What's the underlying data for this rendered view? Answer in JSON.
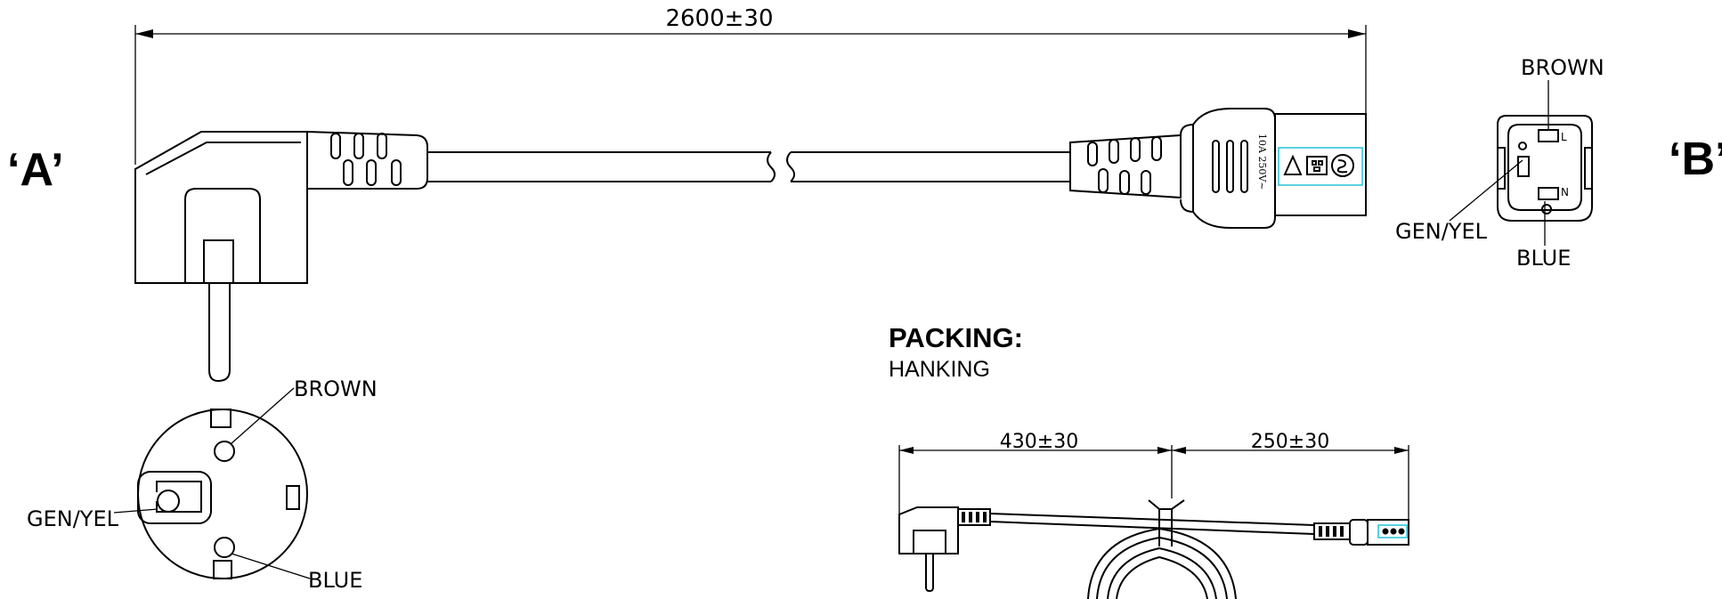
{
  "dimensions": {
    "total_length": "2600±30",
    "hank_plug_side": "430±30",
    "hank_connector_side": "250±30"
  },
  "views": {
    "a_label": "‘A’",
    "b_label": "‘B’"
  },
  "plug_face_a": {
    "brown_label": "BROWN",
    "gen_yel_label": "GEN/YEL",
    "blue_label": "BLUE"
  },
  "connector_face_b": {
    "brown_label": "BROWN",
    "gen_yel_label": "GEN/YEL",
    "blue_label": "BLUE",
    "pin_l": "L",
    "pin_n": "N"
  },
  "connector_marking": {
    "rating": "10A 250V~"
  },
  "packing": {
    "title": "PACKING:",
    "method": "HANKING"
  }
}
